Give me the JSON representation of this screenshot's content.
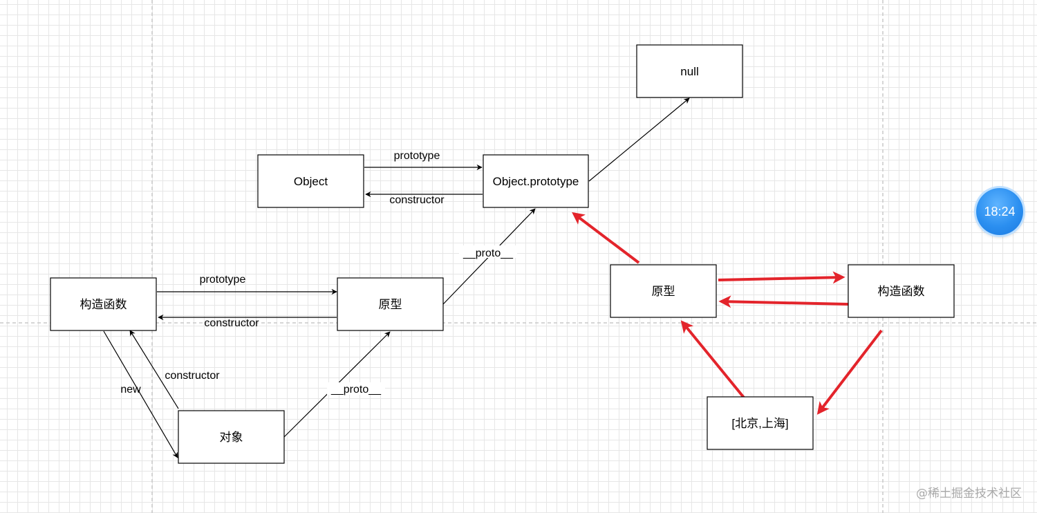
{
  "nodes": {
    "null": "null",
    "object": "Object",
    "object_prototype": "Object.prototype",
    "constructor_fn": "构造函数",
    "prototype": "原型",
    "instance": "对象",
    "red_prototype": "原型",
    "red_constructor_fn": "构造函数",
    "red_instance": "[北京,上海]"
  },
  "edges": {
    "object_prototype_label": "prototype",
    "object_constructor_label": "constructor",
    "fn_prototype_label": "prototype",
    "fn_constructor_label": "constructor",
    "proto_to_objproto_label": "__proto__",
    "new_label": "new",
    "instance_constructor_label": "constructor",
    "instance_proto_label": "__proto__"
  },
  "colors": {
    "highlight_arrow": "#e3242b",
    "clock_bg": "#2b8ff0"
  },
  "clock": {
    "time": "18:24"
  },
  "watermark": "@稀土掘金技术社区"
}
